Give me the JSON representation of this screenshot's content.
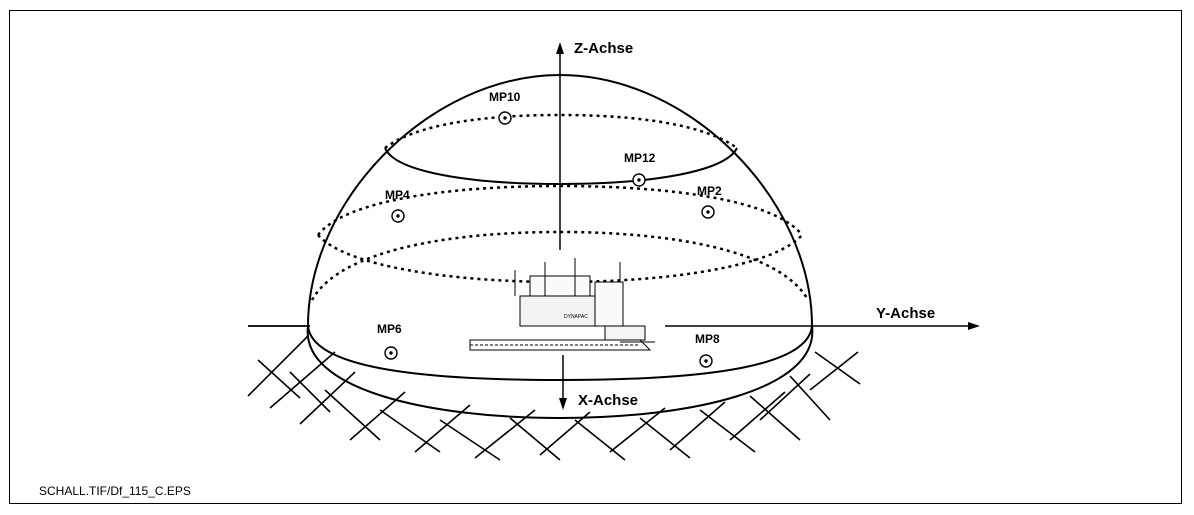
{
  "caption": "SCHALL.TIF/Df_115_C.EPS",
  "axes": {
    "z": "Z-Achse",
    "y": "Y-Achse",
    "x": "X-Achse"
  },
  "measurement_points": {
    "mp10": "MP10",
    "mp12": "MP12",
    "mp4": "MP4",
    "mp2": "MP2",
    "mp6": "MP6",
    "mp8": "MP8"
  },
  "machine_brand": "DYNAPAC"
}
